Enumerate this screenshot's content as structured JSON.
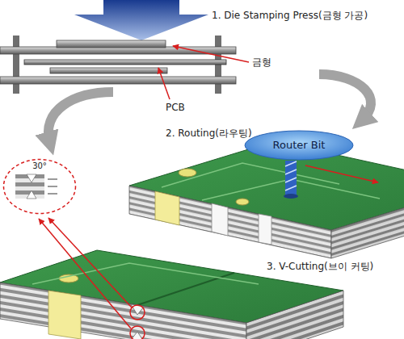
{
  "diagram": {
    "nodes": [
      {
        "text": [
          "Router Bit"
        ]
      },
      {
        "text": [
          "30°"
        ]
      }
    ],
    "labels": [
      "1. Die Stamping Press(금형 가공)",
      "금형",
      "PCB",
      "2. Routing(라우팅)",
      "3. V-Cutting(브이 커팅)"
    ]
  }
}
